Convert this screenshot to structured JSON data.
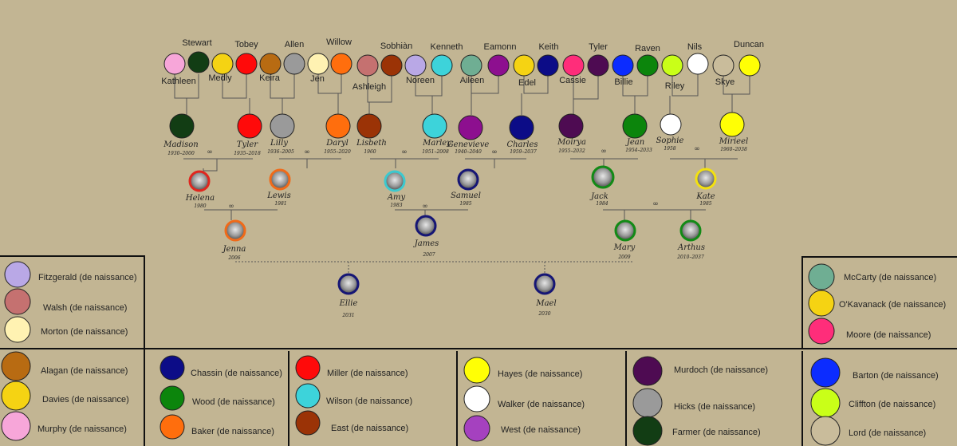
{
  "colors": {
    "background": "#c2b593",
    "line": "#555",
    "text": "#222",
    "pink_light": "#f7a6d9",
    "dark_green": "#123d14",
    "yellow": "#f5d313",
    "red": "#ff0a0a",
    "brown": "#b86b12",
    "gray": "#9a9a9a",
    "cream": "#fff2b2",
    "orange": "#ff6e0d",
    "dusty_rose": "#c57170",
    "rust": "#9b3306",
    "lavender": "#b9a8e6",
    "cyan": "#3dd3da",
    "sage": "#6fae93",
    "purple": "#8d0f8f",
    "navy": "#0c0c87",
    "hot_pink": "#ff2d7a",
    "plum": "#4e0b52",
    "blue": "#0c2cff",
    "green": "#0c850c",
    "lime": "#c9ff18",
    "white": "#ffffff",
    "tan_circle": "#c9bc9b",
    "bright_yellow": "#ffff05",
    "violet": "#a541bf"
  },
  "people": {
    "top_row": {
      "Stewart": "Stewart",
      "Tobey": "Tobey",
      "Allen": "Allen",
      "Willow": "Willow",
      "Sobhian": "Sobhiàn",
      "Kenneth": "Kenneth",
      "Eamonn": "Eamonn",
      "Keith": "Keith",
      "Tyler": "Tyler",
      "Raven": "Raven",
      "Nils": "Nils",
      "Duncan": "Duncan",
      "Kathleen": "Kathleen",
      "Medly": "Medly",
      "Keira": "Keira",
      "Jen": "Jen",
      "Ashleigh": "Ashleigh",
      "Noreen": "Noreen",
      "Aileen": "Aileen",
      "Edel": "Edel",
      "Cassie": "Cassie",
      "Billie": "Billie",
      "Riley": "Riley",
      "Skye": "Skye"
    },
    "gen2": [
      {
        "name": "Madison",
        "dates": "1930–2000"
      },
      {
        "name": "Tyler",
        "dates": "1935–2018"
      },
      {
        "name": "Lilly",
        "dates": "1936–2005"
      },
      {
        "name": "Daryl",
        "dates": "1955–2020"
      },
      {
        "name": "Lisbeth",
        "dates": "1960"
      },
      {
        "name": "Marley",
        "dates": "1951–2008"
      },
      {
        "name": "Genevieve",
        "dates": "1940–2040"
      },
      {
        "name": "Charles",
        "dates": "1959–2037"
      },
      {
        "name": "Moirya",
        "dates": "1955–2032"
      },
      {
        "name": "Jean",
        "dates": "1954–2033"
      },
      {
        "name": "Sophie",
        "dates": "1958"
      },
      {
        "name": "Mirieel",
        "dates": "1960–2038"
      }
    ],
    "gen3": [
      {
        "name": "Helena",
        "dates": "1980"
      },
      {
        "name": "Lewis",
        "dates": "1981"
      },
      {
        "name": "Amy",
        "dates": "1983"
      },
      {
        "name": "Samuel",
        "dates": "1985"
      },
      {
        "name": "Jack",
        "dates": "1984"
      },
      {
        "name": "Kate",
        "dates": "1985"
      }
    ],
    "gen4": [
      {
        "name": "Jenna",
        "dates": "2006"
      },
      {
        "name": "James",
        "dates": "2007"
      },
      {
        "name": "Mary",
        "dates": "2009"
      },
      {
        "name": "Arthus",
        "dates": "2010–2037"
      }
    ],
    "gen5": [
      {
        "name": "Ellie",
        "dates": "2031"
      },
      {
        "name": "Mael",
        "dates": "2030"
      }
    ]
  },
  "legend": {
    "fitzgerald": "Fitzgerald (de naissance)",
    "walsh": "Walsh (de naissance)",
    "morton": "Morton (de naissance)",
    "mccarty": "McCarty (de naissance)",
    "okavanack": "O'Kavanack (de naissance)",
    "moore": "Moore (de naissance)",
    "alagan": "Alagan (de naissance)",
    "davies": "Davies (de naissance)",
    "murphy": "Murphy (de naissance)",
    "chassin": "Chassin (de naissance)",
    "wood": "Wood (de naissance)",
    "baker": "Baker (de naissance)",
    "miller": "Miller (de naissance)",
    "wilson": "Wilson (de naissance)",
    "east": "East (de naissance)",
    "hayes": "Hayes (de naissance)",
    "walker": "Walker (de naissance)",
    "west": "West (de naissance)",
    "murdoch": "Murdoch (de naissance)",
    "hicks": "Hicks (de naissance)",
    "farmer": "Farmer (de naissance)",
    "barton": "Barton (de naissance)",
    "cliffton": "Cliffton (de naissance)",
    "lord": "Lord (de naissance)"
  },
  "marriage_symbol": "∞"
}
